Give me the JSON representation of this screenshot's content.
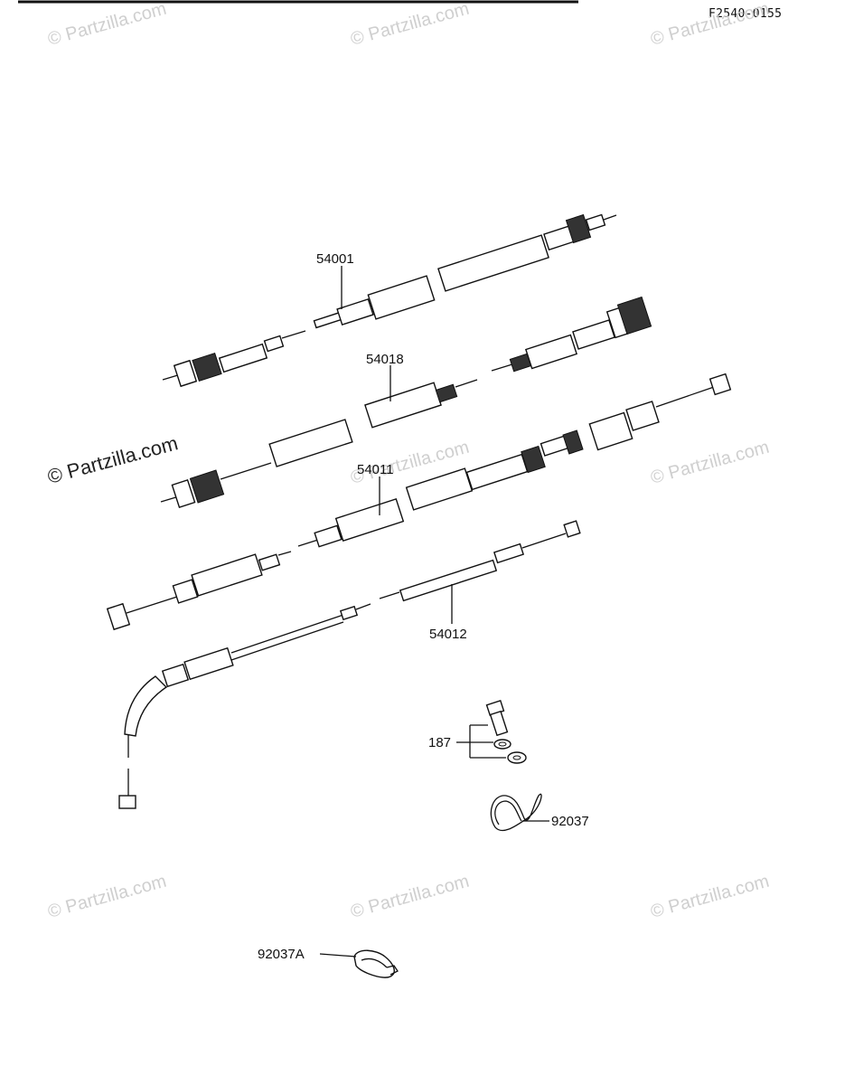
{
  "diagram_code": "F2540-0155",
  "watermark_text": "© Partzilla.com",
  "parts": [
    {
      "number": "54001"
    },
    {
      "number": "54018"
    },
    {
      "number": "54011"
    },
    {
      "number": "54012"
    },
    {
      "number": "187"
    },
    {
      "number": "92037"
    },
    {
      "number": "92037A"
    }
  ]
}
